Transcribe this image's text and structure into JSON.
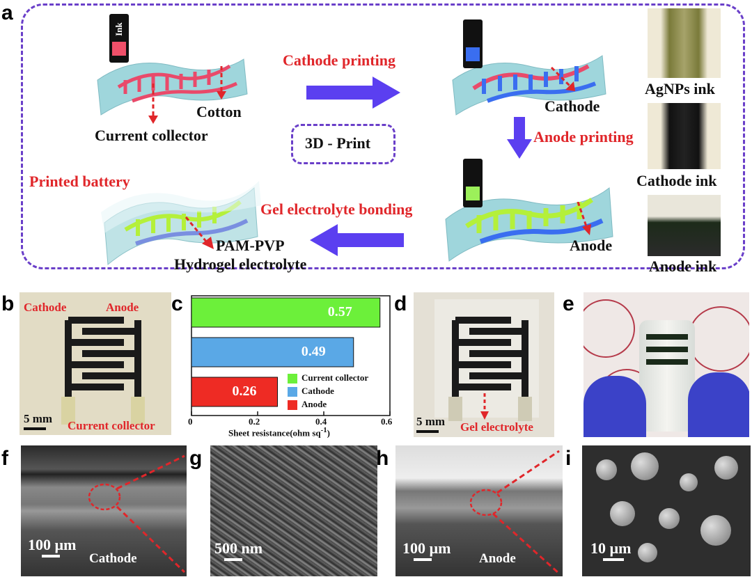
{
  "panel_labels": {
    "a": "a",
    "b": "b",
    "c": "c",
    "d": "d",
    "e": "e",
    "f": "f",
    "g": "g",
    "h": "h",
    "i": "i"
  },
  "panel_a": {
    "ink": "Ink",
    "current_collector": "Current collector",
    "cotton": "Cotton",
    "cathode_printing": "Cathode printing",
    "cathode": "Cathode",
    "anode_printing": "Anode printing",
    "anode": "Anode",
    "print_3d": "3D - Print",
    "printed_battery": "Printed battery",
    "gel_bonding": "Gel electrolyte bonding",
    "pam_pvp": "PAM-PVP",
    "hydrogel": "Hydrogel electrolyte",
    "agnps_ink": "AgNPs ink",
    "cathode_ink": "Cathode ink",
    "anode_ink": "Anode ink"
  },
  "panel_b": {
    "cathode": "Cathode",
    "anode": "Anode",
    "scale": "5 mm",
    "current_collector": "Current collector"
  },
  "panel_d": {
    "scale": "5 mm",
    "gel": "Gel electrolyte"
  },
  "panel_f": {
    "scale": "100 µm",
    "label": "Cathode"
  },
  "panel_g": {
    "scale": "500 nm"
  },
  "panel_h": {
    "scale": "100 µm",
    "label": "Anode"
  },
  "panel_i": {
    "scale": "10 µm"
  },
  "colors": {
    "accent_purple": "#6a3fc9",
    "arrow_blue": "#5b3ff0",
    "text_red": "#e0262a",
    "green": "#6cf03a",
    "blue": "#5aa8e6",
    "red": "#ee2b24"
  },
  "chart_data": {
    "type": "bar",
    "orientation": "horizontal",
    "categories": [
      "Current collector",
      "Cathode",
      "Anode"
    ],
    "values": [
      0.57,
      0.49,
      0.26
    ],
    "value_labels": [
      "0.57",
      "0.49",
      "0.26"
    ],
    "colors": [
      "#6cf03a",
      "#5aa8e6",
      "#ee2b24"
    ],
    "xlabel": "Sheet resistance(ohm sq",
    "xlabel_sup": "-1",
    "xlabel_end": ")",
    "xlim": [
      0,
      0.6
    ],
    "xticks": [
      "0",
      "0.2",
      "0.4",
      "0.6"
    ],
    "legend": [
      "Current collector",
      "Cathode",
      "Anode"
    ],
    "legend_position": "bottom-right"
  }
}
